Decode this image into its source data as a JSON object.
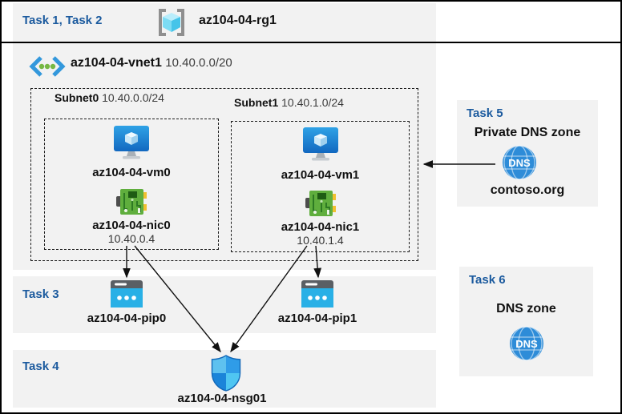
{
  "colors": {
    "accent_blue": "#1b5a9e",
    "band_bg": "#f2f2f2",
    "arrow": "#111111",
    "vm_blue": "#1e7fd4",
    "nic_green": "#5fae3d",
    "pip_cyan": "#29b0e6",
    "dns_blue": "#2e8cd8",
    "shield_blue": "#2f9ce8"
  },
  "banner": {
    "task_label": "Task 1, Task 2",
    "resource_group": "az104-04-rg1"
  },
  "vnet": {
    "name": "az104-04-vnet1",
    "cidr": "10.40.0.0/20",
    "subnets": [
      {
        "name": "Subnet0",
        "cidr": "10.40.0.0/24",
        "vm": "az104-04-vm0",
        "nic": "az104-04-nic0",
        "ip": "10.40.0.4"
      },
      {
        "name": "Subnet1",
        "cidr": "10.40.1.0/24",
        "vm": "az104-04-vm1",
        "nic": "az104-04-nic1",
        "ip": "10.40.1.4"
      }
    ]
  },
  "task3": {
    "label": "Task 3",
    "pip0": "az104-04-pip0",
    "pip1": "az104-04-pip1"
  },
  "task4": {
    "label": "Task 4",
    "nsg": "az104-04-nsg01"
  },
  "task5": {
    "label": "Task 5",
    "title": "Private DNS zone",
    "zone": "contoso.org",
    "icon_text": "DNS"
  },
  "task6": {
    "label": "Task 6",
    "title": "DNS zone",
    "icon_text": "DNS"
  }
}
